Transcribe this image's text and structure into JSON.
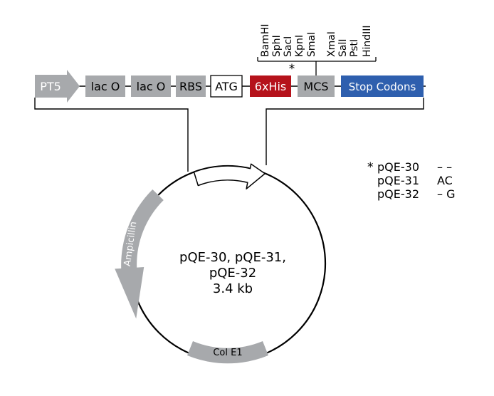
{
  "cassette": [
    {
      "label": "PT5",
      "kind": "promoter",
      "color": "#a7a9ac"
    },
    {
      "label": "lac O",
      "kind": "box",
      "color": "#a7a9ac"
    },
    {
      "label": "lac O",
      "kind": "box",
      "color": "#a7a9ac"
    },
    {
      "label": "RBS",
      "kind": "box",
      "color": "#a7a9ac"
    },
    {
      "label": "ATG",
      "kind": "box",
      "color": "#ffffff"
    },
    {
      "label": "6xHis",
      "kind": "box",
      "color": "#b5121b"
    },
    {
      "label": "MCS",
      "kind": "box",
      "color": "#a7a9ac"
    },
    {
      "label": "Stop Codons",
      "kind": "box",
      "color": "#2e5fae"
    }
  ],
  "restriction_sites": [
    "BamHI",
    "SphI",
    "SacI",
    "KpnI",
    "SmaI",
    "XmaI",
    "SalI",
    "PstI",
    "HindIII"
  ],
  "asterisk": "*",
  "plasmid": {
    "name_line1": "pQE-30, pQE-31,",
    "name_line2": "pQE-32",
    "size": "3.4 kb",
    "ampicillin": "Ampicillin",
    "ori": "Col E1"
  },
  "frame_table": {
    "marker": "*",
    "rows": [
      {
        "vector": "pQE-30",
        "bases": "– –"
      },
      {
        "vector": "pQE-31",
        "bases": "AC"
      },
      {
        "vector": "pQE-32",
        "bases": "– G"
      }
    ]
  },
  "colors": {
    "gray": "#a7a9ac",
    "his_red": "#b5121b",
    "stop_blue": "#2e5fae",
    "line": "#000000"
  }
}
